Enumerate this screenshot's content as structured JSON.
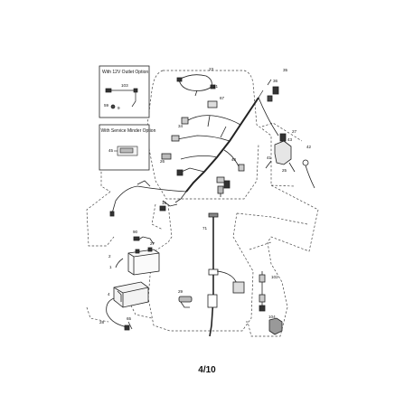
{
  "insets": {
    "outlet": {
      "title": "With 12V Outlet Option",
      "labels": [
        "103",
        "59",
        "9"
      ]
    },
    "service_minder": {
      "title": "With Service Minder Option",
      "labels": [
        "45"
      ]
    }
  },
  "callouts": [
    "23",
    "21",
    "67",
    "35",
    "36",
    "34",
    "27",
    "42",
    "43",
    "41",
    "25",
    "26",
    "40",
    "15",
    "71",
    "90",
    "27",
    "2",
    "1",
    "4",
    "29",
    "102",
    "28",
    "65",
    "104"
  ],
  "page_number": "4/10"
}
